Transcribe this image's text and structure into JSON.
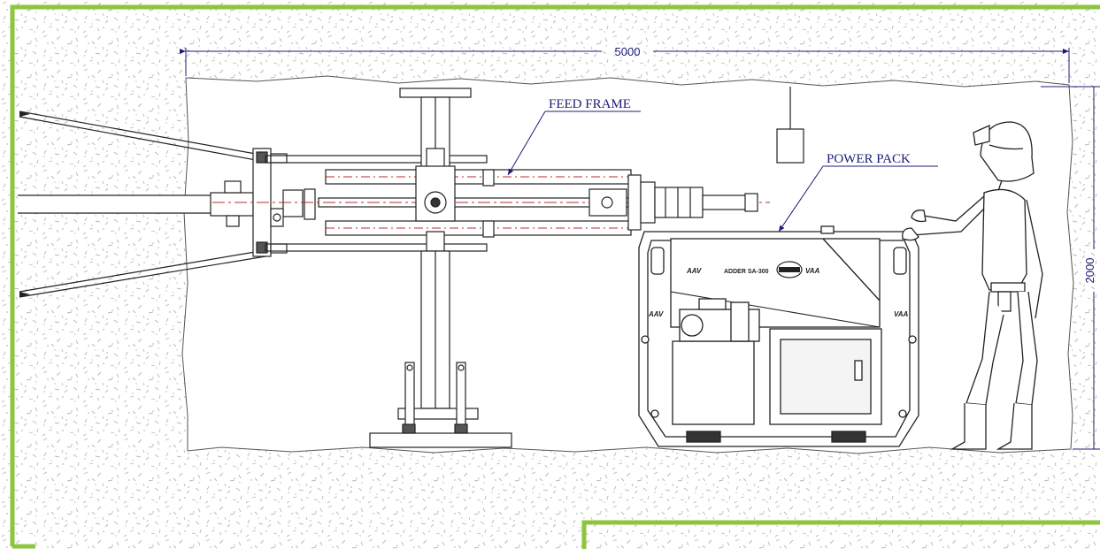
{
  "diagram": {
    "dimensions": {
      "width_label": "5000",
      "height_label": "2000"
    },
    "callouts": {
      "feed_frame": "FEED FRAME",
      "power_pack": "POWER PACK"
    },
    "power_pack_nameplate": {
      "model_text": "ADDER SA-300",
      "left_badge": "AAV",
      "right_badge": "VAA",
      "side_left_badge": "AAV",
      "side_right_badge": "VAA"
    },
    "colors": {
      "frame_border": "#8cc63e",
      "rock_texture": "#c9c9c9",
      "line_art": "#1a1a1a",
      "annotation": "#1c1c7a",
      "centerline": "#b03030"
    }
  }
}
